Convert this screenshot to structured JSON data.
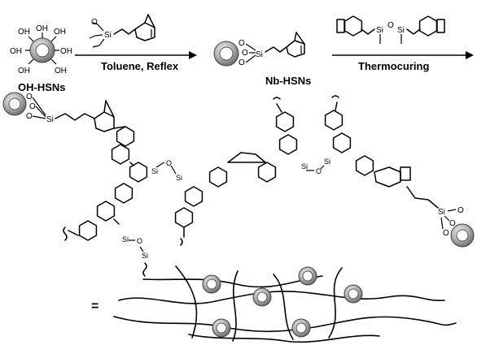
{
  "reactants": {
    "oh_hsns_label": "OH-HSNs",
    "hydroxyl": "OH"
  },
  "step1": {
    "conditions": "Toluene, Reflex",
    "reagent_si": "Si",
    "reagent_o": "O"
  },
  "intermediate": {
    "label": "Nb-HSNs",
    "si": "Si",
    "o": "O"
  },
  "step2": {
    "conditions": "Thermocuring",
    "si": "Si",
    "o": "O"
  },
  "network": {
    "si": "Si",
    "o": "O",
    "equals": "="
  },
  "colors": {
    "particle_outer": "#8a8a8a",
    "particle_inner": "#d9d9d9",
    "line": "#000000"
  }
}
